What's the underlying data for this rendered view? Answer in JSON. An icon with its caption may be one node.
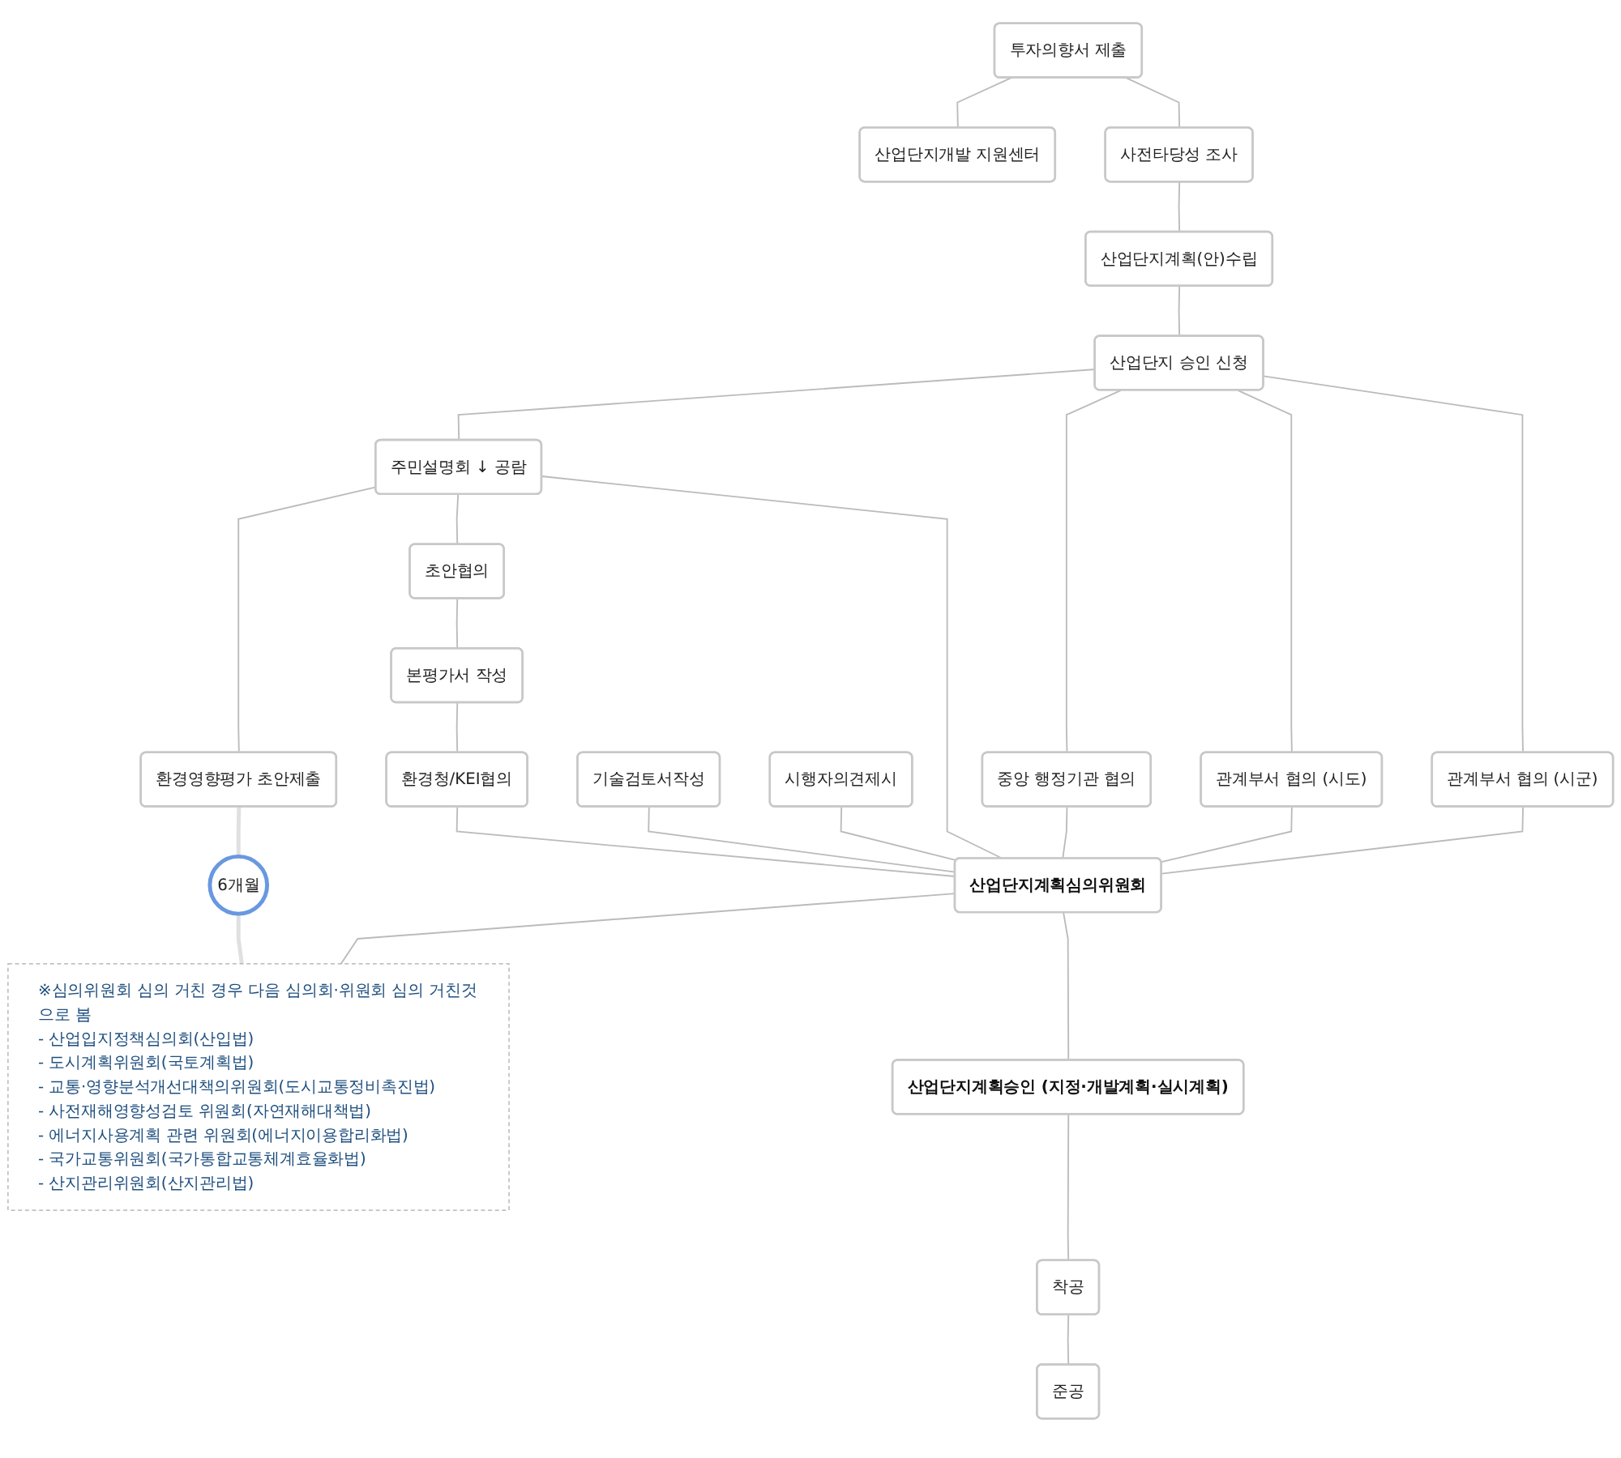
{
  "diagram": {
    "nodes": [
      {
        "text": [
          "투자의향서 제출"
        ]
      },
      {
        "text": [
          "산업단지개발 지원센터"
        ]
      },
      {
        "text": [
          "사전타당성 조사"
        ]
      },
      {
        "text": [
          "산업단지계획(안)수립"
        ]
      },
      {
        "text": [
          "산업단지 승인 신청"
        ]
      },
      {
        "text": [
          "환경영향평가 초안제출"
        ]
      },
      {
        "text": [
          "관계부서 협의 (시군)"
        ]
      },
      {
        "text": [
          "관계부서 협의 (시도)"
        ]
      },
      {
        "text": [
          "중앙 행정기관 협의"
        ]
      },
      {
        "text": [
          "주민설명회 ↓ 공람"
        ]
      },
      {
        "text": [
          "초안협의"
        ]
      },
      {
        "text": [
          "시행자의견제시"
        ]
      },
      {
        "text": [
          "본평가서 작성"
        ]
      },
      {
        "text": [
          "기술검토서작성"
        ]
      },
      {
        "text": [
          "환경청/KEI협의"
        ]
      },
      {
        "text": [
          "산업단지계획심의위원회"
        ]
      },
      {
        "text": [
          "※심의위원회 심의 거친 경우 다음 심의회·위원회 심의 거친것으로 봄",
          "- 산업입지정책심의회(산입법)",
          "- 도시계획위원회(국토계획법)",
          "- 교통·영향분석개선대책의위원회(도시교통정비촉진법)",
          "- 사전재해영향성검토 위원회(자연재해대책법)",
          "- 에너지사용계획 관련 위원회(에너지이용합리화법)",
          "- 국가교통위원회(국가통합교통체계효율화법)",
          "- 산지관리위원회(산지관리법)"
        ]
      },
      {
        "text": [
          "산업단지계획승인 (지정·개발계획·실시계획)"
        ]
      },
      {
        "text": [
          "착공"
        ]
      },
      {
        "text": [
          "준공"
        ]
      },
      {
        "text": [
          "6개월"
        ]
      }
    ],
    "edges": [
      {
        "from": 0,
        "to": 2,
        "arrow": "none"
      },
      {
        "from": 0,
        "to": 1,
        "arrow": "none"
      },
      {
        "from": 2,
        "to": 3,
        "arrow": "none"
      },
      {
        "from": 3,
        "to": 4,
        "arrow": "none"
      },
      {
        "from": 4,
        "to": 6,
        "arrow": "none"
      },
      {
        "from": 4,
        "to": 7,
        "arrow": "none"
      },
      {
        "from": 4,
        "to": 8,
        "arrow": "none"
      },
      {
        "from": 4,
        "to": 9,
        "arrow": "none"
      },
      {
        "from": 9,
        "to": 5,
        "arrow": "none"
      },
      {
        "from": 9,
        "to": 10,
        "arrow": "none"
      },
      {
        "from": 10,
        "to": 12,
        "arrow": "none"
      },
      {
        "from": 12,
        "to": 14,
        "arrow": "none"
      },
      {
        "from": 6,
        "to": 15,
        "arrow": "none"
      },
      {
        "from": 7,
        "to": 15,
        "arrow": "none"
      },
      {
        "from": 8,
        "to": 15,
        "arrow": "none"
      },
      {
        "from": 9,
        "to": 15,
        "arrow": "none"
      },
      {
        "from": 11,
        "to": 15,
        "arrow": "none"
      },
      {
        "from": 13,
        "to": 15,
        "arrow": "none"
      },
      {
        "from": 14,
        "to": 15,
        "arrow": "none"
      },
      {
        "from": 15,
        "to": 16,
        "arrow": "none"
      },
      {
        "from": 15,
        "to": 17,
        "arrow": "none"
      },
      {
        "from": 17,
        "to": 18,
        "arrow": "none"
      },
      {
        "from": 18,
        "to": 19,
        "arrow": "none"
      },
      {
        "from": 5,
        "to": 20,
        "arrow": "none",
        "style": "thick",
        "color": "#e0e0e0"
      },
      {
        "from": 20,
        "to": 16,
        "arrow": "none",
        "style": "thick",
        "color": "#e0e0e0"
      }
    ]
  }
}
